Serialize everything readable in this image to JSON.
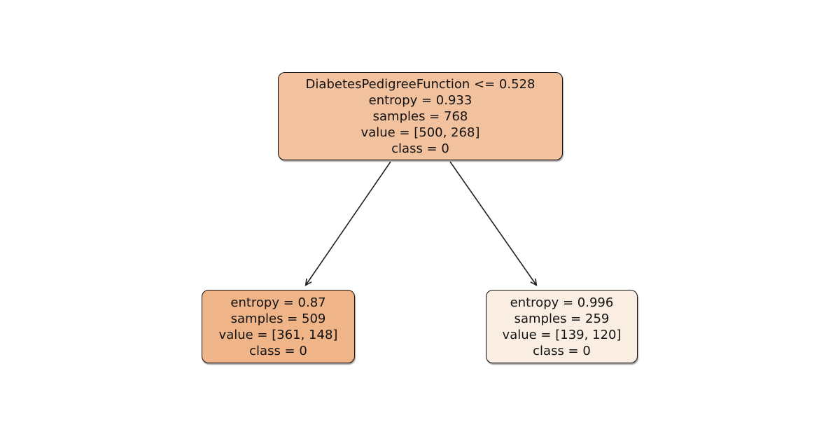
{
  "diagram": {
    "type": "decision-tree",
    "background": "#ffffff",
    "edge_color": "#1f1f1f",
    "text_color": "#121212",
    "border_color": "#0f0f0f"
  },
  "nodes": {
    "root": {
      "fill": "#f2c19e",
      "split_condition": "DiabetesPedigreeFunction <= 0.528",
      "entropy": "entropy = 0.933",
      "samples": "samples = 768",
      "value": "value = [500, 268]",
      "class": "class = 0"
    },
    "left": {
      "fill": "#f0b489",
      "entropy": "entropy = 0.87",
      "samples": "samples = 509",
      "value": "value = [361, 148]",
      "class": "class = 0"
    },
    "right": {
      "fill": "#faeee3",
      "entropy": "entropy = 0.996",
      "samples": "samples = 259",
      "value": "value = [139, 120]",
      "class": "class = 0"
    }
  },
  "edges": [
    {
      "name": "root-to-left",
      "from": "root",
      "to": "left"
    },
    {
      "name": "root-to-right",
      "from": "root",
      "to": "right"
    }
  ]
}
